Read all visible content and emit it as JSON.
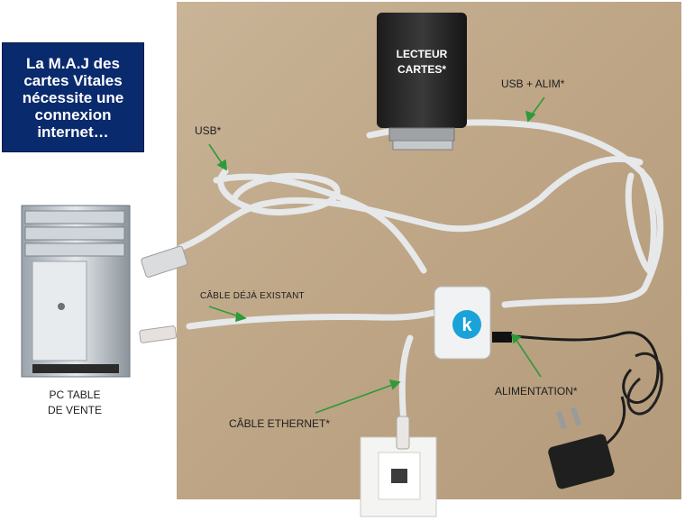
{
  "info_box": {
    "text": "La M.A.J des\ncartes Vitales\nnécessite une\nconnexion\ninternet…"
  },
  "labels": {
    "reader": "LECTEUR\nCARTES*",
    "usb_power": "USB + ALIM*",
    "usb": "USB*",
    "existing_cable": "CÂBLE DÉJÀ EXISTANT",
    "power": "ALIMENTATION*",
    "ethernet_cable": "CÂBLE ETHERNET*",
    "pc": "PC TABLE\nDE VENTE"
  },
  "colors": {
    "info_box_bg": "#0a2a6e",
    "arrow": "#2e9a3a",
    "table_wood": "#c0a98a",
    "hub_logo": "#1aa3d9"
  },
  "icons": [
    "k-logo-icon"
  ]
}
